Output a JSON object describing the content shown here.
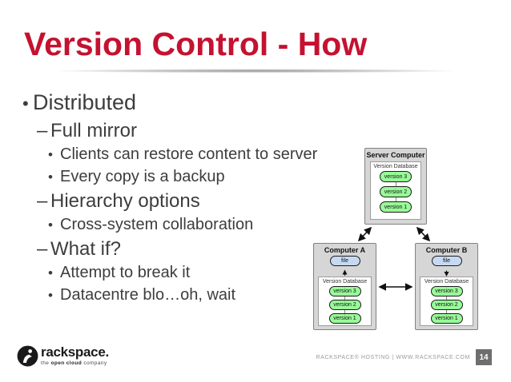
{
  "slide": {
    "title": "Version Control - How",
    "bullets": [
      {
        "level": 1,
        "marker": "•",
        "text": "Distributed"
      },
      {
        "level": 2,
        "marker": "–",
        "text": "Full mirror"
      },
      {
        "level": 3,
        "marker": "•",
        "text": "Clients can restore content to server"
      },
      {
        "level": 3,
        "marker": "•",
        "text": "Every copy is a backup"
      },
      {
        "level": 2,
        "marker": "–",
        "text": "Hierarchy options"
      },
      {
        "level": 3,
        "marker": "•",
        "text": "Cross-system collaboration"
      },
      {
        "level": 2,
        "marker": "–",
        "text": "What if?"
      },
      {
        "level": 3,
        "marker": "•",
        "text": "Attempt to break it"
      },
      {
        "level": 3,
        "marker": "•",
        "text": "Datacentre blo…oh, wait"
      }
    ],
    "diagram": {
      "server": {
        "title": "Server Computer",
        "db_label": "Version Database",
        "versions": [
          "version 3",
          "version 2",
          "version 1"
        ]
      },
      "computer_a": {
        "title": "Computer A",
        "file_label": "file",
        "db_label": "Version Database",
        "versions": [
          "version 3",
          "version 2",
          "version 1"
        ]
      },
      "computer_b": {
        "title": "Computer B",
        "file_label": "file",
        "db_label": "Version Database",
        "versions": [
          "version 3",
          "version 2",
          "version 1"
        ]
      }
    },
    "footer": {
      "brand": "rackspace",
      "brand_dot": ".",
      "tagline": {
        "pre": "the ",
        "bold": "open cloud",
        "post": " company"
      },
      "right_text": "RACKSPACE® HOSTING   |   WWW.RACKSPACE.COM",
      "page_number": "14"
    },
    "colors": {
      "title_red": "#c41230",
      "body_text": "#3d3d3d",
      "box_fill": "#d6d6d6",
      "version_green": "#98fb98",
      "file_blue": "#c7d9f2",
      "badge_gray": "#6e6e6e"
    }
  }
}
